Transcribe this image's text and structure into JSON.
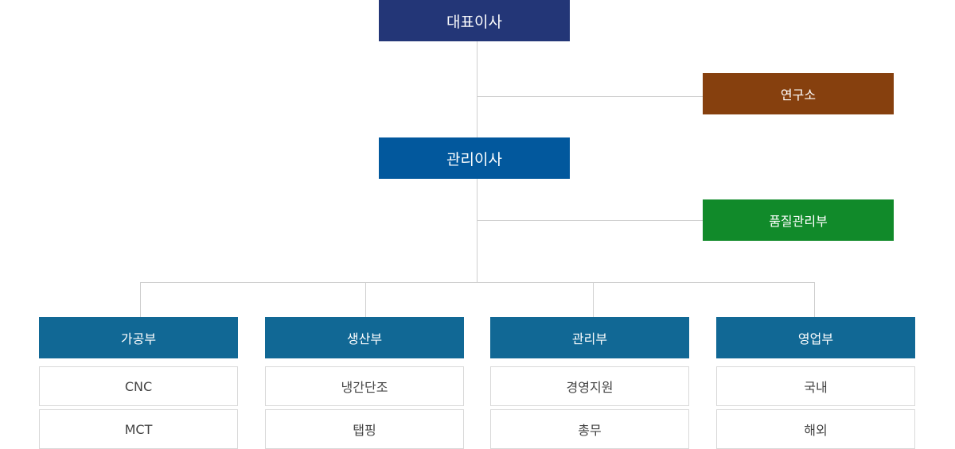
{
  "nodes": {
    "ceo": {
      "label": "대표이사",
      "color": "#233677"
    },
    "lab": {
      "label": "연구소",
      "color": "#86400e"
    },
    "director": {
      "label": "관리이사",
      "color": "#02589d"
    },
    "quality": {
      "label": "품질관리부",
      "color": "#118a2a"
    }
  },
  "departments": [
    {
      "label": "가공부",
      "color": "#116895",
      "items": [
        "CNC",
        "MCT"
      ]
    },
    {
      "label": "생산부",
      "color": "#116895",
      "items": [
        "냉간단조",
        "탭핑"
      ]
    },
    {
      "label": "관리부",
      "color": "#116895",
      "items": [
        "경영지원",
        "총무"
      ]
    },
    {
      "label": "영업부",
      "color": "#116895",
      "items": [
        "국내",
        "해외"
      ]
    }
  ]
}
